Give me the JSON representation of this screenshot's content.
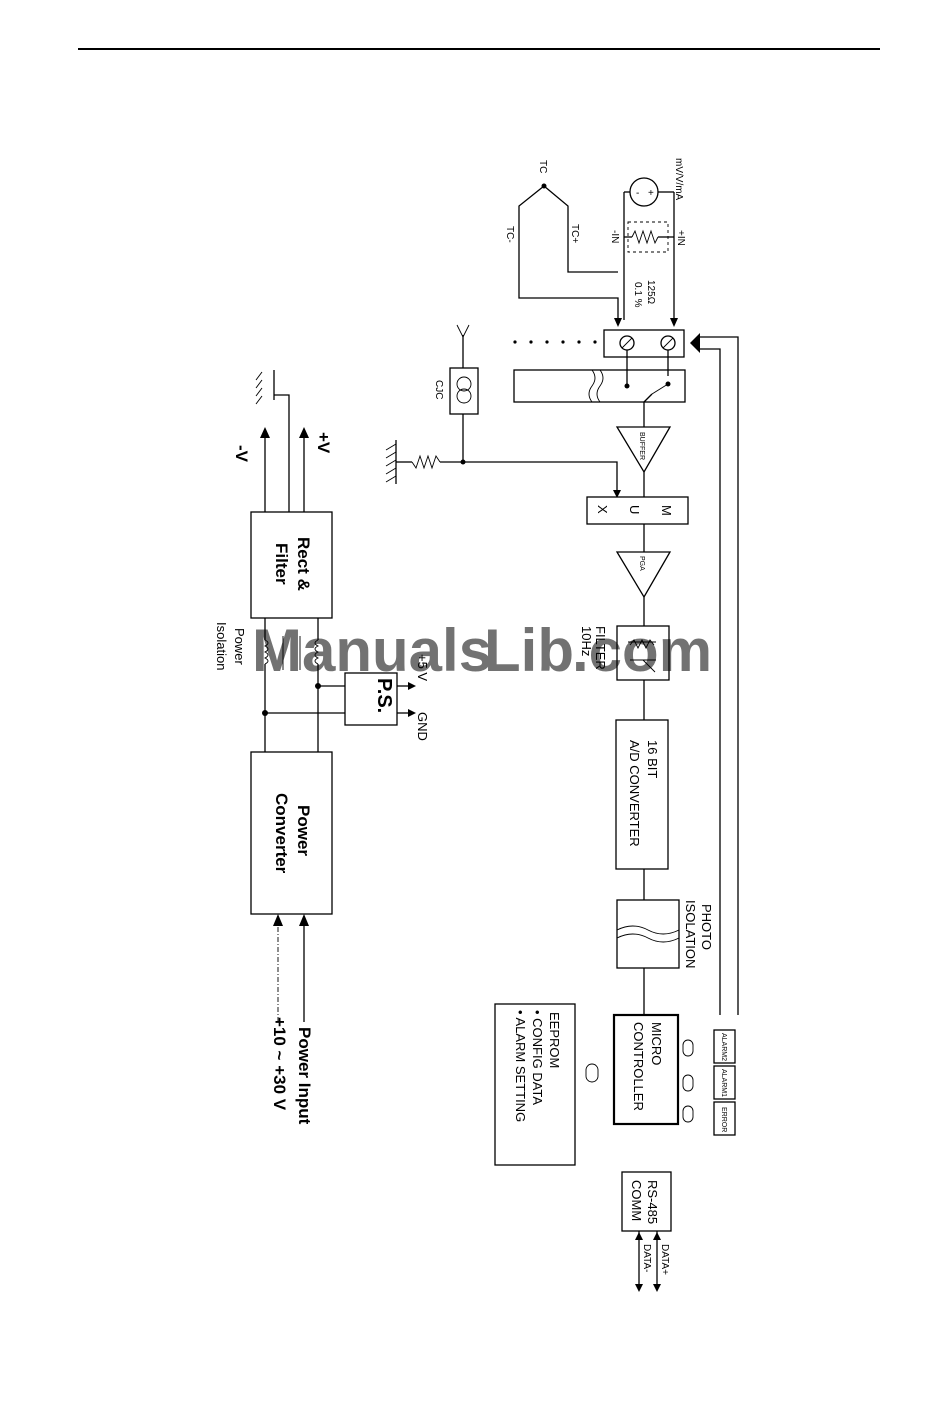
{
  "blocks": {
    "rect_filter": [
      "Rect &",
      "Filter"
    ],
    "power_converter": [
      "Power",
      "Converter"
    ],
    "ps": "P.S.",
    "ad_converter": [
      "16 BIT",
      "A/D CONVERTER"
    ],
    "micro_controller": [
      "MICRO",
      "CONTROLLER"
    ],
    "eeprom": [
      "EEPROM",
      "• CONFIG DATA",
      "• ALARM SETTING"
    ],
    "rs485": [
      "RS-485",
      "COMM"
    ],
    "mux": [
      "M",
      "U",
      "X"
    ],
    "buffer": "BUFFER",
    "pga": "PGA",
    "filter": [
      "FILTER",
      "10Hz"
    ],
    "cjc": "CJC"
  },
  "labels": {
    "minus_v": "-V",
    "plus_v": "+V",
    "plus_5v": "+5 V",
    "gnd": "GND",
    "power_isolation": [
      "Power",
      "Isolation"
    ],
    "power_input": [
      "Power Input",
      "+10 ~ +30 V"
    ],
    "photo_isolation": [
      "PHOTO",
      "ISOLATION"
    ],
    "tc": "TC",
    "tc_minus": "TC-",
    "tc_plus": "TC+",
    "in_minus": "-IN",
    "in_plus": "+IN",
    "mv_v_ma": "mV/V/mA",
    "resistor": [
      "125Ω",
      "0.1 %"
    ],
    "data_plus": "DATA+",
    "data_minus": "DATA-",
    "alarm": [
      "ALARM2",
      "ALARM1",
      "ERROR"
    ]
  },
  "watermark": {
    "part1": "Manuals",
    "part2": "Lib",
    "part3": ".com",
    "color1": "#9a9a9a",
    "color2": "#5b8fd6",
    "color3": "#f2a23a"
  }
}
